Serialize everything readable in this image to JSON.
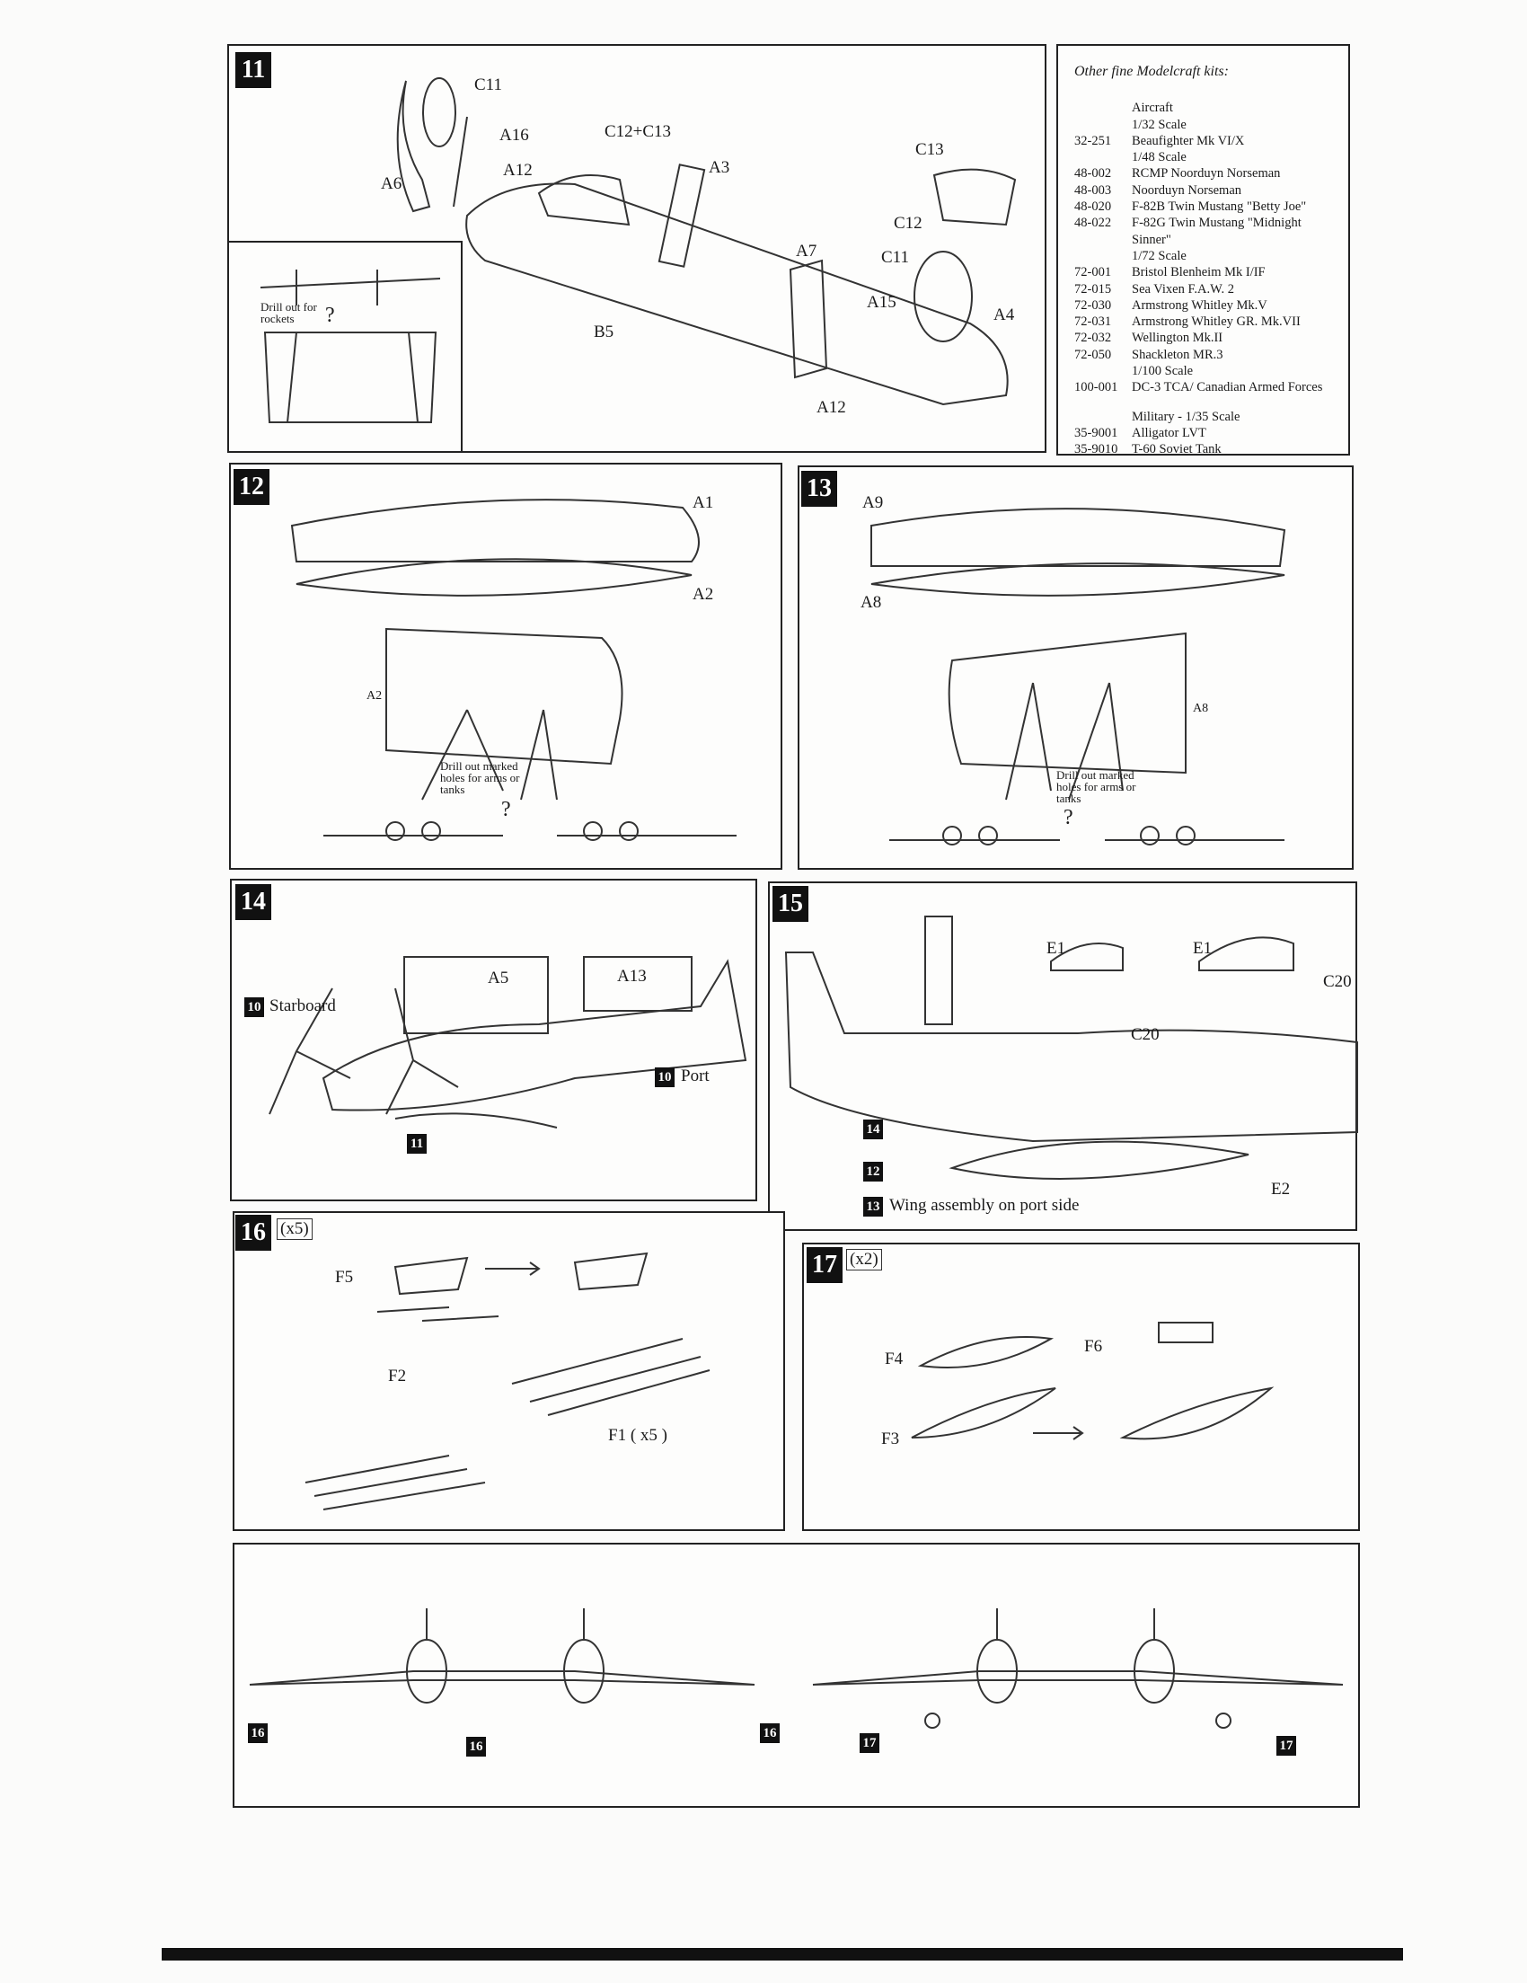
{
  "steps": {
    "s11": {
      "badge": "11",
      "labels": [
        "C11",
        "A16",
        "C12+C13",
        "A3",
        "A12",
        "A6",
        "C13",
        "C12",
        "A7",
        "C11",
        "A15",
        "A4",
        "B5",
        "A12"
      ],
      "drill_note": "Drill out for rockets",
      "question": "?"
    },
    "s12": {
      "badge": "12",
      "labels": [
        "A1",
        "A2",
        "A2"
      ],
      "drill_note": "Drill out marked holes for arms or tanks",
      "question": "?"
    },
    "s13": {
      "badge": "13",
      "labels": [
        "A9",
        "A8",
        "A8"
      ],
      "drill_note": "Drill out marked holes for arms or tanks",
      "question": "?"
    },
    "s14": {
      "badge": "14",
      "labels": [
        "A5",
        "A13"
      ],
      "starboard_ref": "10",
      "starboard": "Starboard",
      "port_ref": "10",
      "port": "Port",
      "ref11": "11"
    },
    "s15": {
      "badge": "15",
      "labels": [
        "E1",
        "E1",
        "C20",
        "C20",
        "E2"
      ],
      "ref14": "14",
      "ref12": "12",
      "ref13": "13",
      "wing_note": "Wing assembly on port side"
    },
    "s16": {
      "badge": "16",
      "qty": "(x5)",
      "labels": [
        "F5",
        "F2",
        "F1 ( x5 )"
      ]
    },
    "s17": {
      "badge": "17",
      "qty": "(x2)",
      "labels": [
        "F4",
        "F3",
        "F6"
      ]
    },
    "final": {
      "refs": [
        "16",
        "16",
        "16",
        "17",
        "17"
      ]
    }
  },
  "kits": {
    "title": "Other fine Modelcraft kits:",
    "sections": [
      {
        "heading": "Aircraft",
        "items": []
      },
      {
        "heading": "1/32 Scale",
        "items": [
          {
            "code": "32-251",
            "name": "Beaufighter Mk VI/X"
          }
        ]
      },
      {
        "heading": "1/48 Scale",
        "items": [
          {
            "code": "48-002",
            "name": "RCMP Noorduyn Norseman"
          },
          {
            "code": "48-003",
            "name": "Noorduyn Norseman"
          },
          {
            "code": "48-020",
            "name": "F-82B Twin Mustang \"Betty Joe\""
          },
          {
            "code": "48-022",
            "name": "F-82G Twin Mustang \"Midnight Sinner\""
          }
        ]
      },
      {
        "heading": "1/72 Scale",
        "items": [
          {
            "code": "72-001",
            "name": "Bristol Blenheim Mk I/IF"
          },
          {
            "code": "72-015",
            "name": "Sea Vixen F.A.W. 2"
          },
          {
            "code": "72-030",
            "name": "Armstrong Whitley Mk.V"
          },
          {
            "code": "72-031",
            "name": "Armstrong Whitley GR. Mk.VII"
          },
          {
            "code": "72-032",
            "name": "Wellington Mk.II"
          },
          {
            "code": "72-050",
            "name": "Shackleton MR.3"
          }
        ]
      },
      {
        "heading": "1/100 Scale",
        "items": [
          {
            "code": "100-001",
            "name": "DC-3 TCA/ Canadian Armed Forces"
          }
        ]
      },
      {
        "heading": "Military - 1/35 Scale",
        "items": [
          {
            "code": "35-9001",
            "name": "Alligator LVT"
          },
          {
            "code": "35-9010",
            "name": "T-60 Soviet Tank"
          }
        ]
      }
    ]
  }
}
